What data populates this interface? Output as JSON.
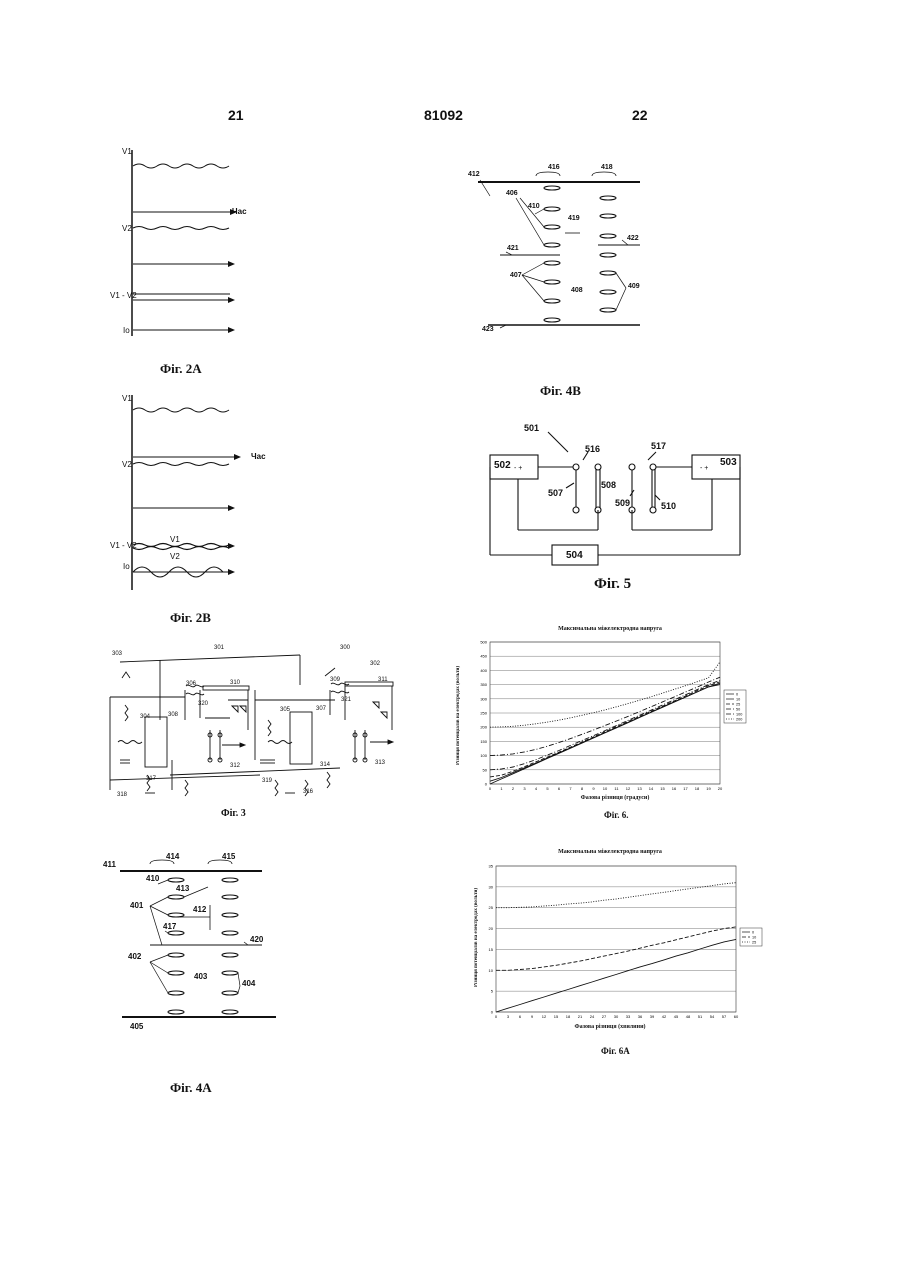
{
  "header": {
    "left": "21",
    "center": "81092",
    "right": "22"
  },
  "fig2a": {
    "caption": "Фіг. 2А",
    "labels": {
      "v1": "V1",
      "time": "Час",
      "v2": "V2",
      "diff": "V1 - V2",
      "io": "Io"
    }
  },
  "fig2b": {
    "caption": "Фіг. 2В",
    "labels": {
      "v1": "V1",
      "time": "Час",
      "v2": "V2",
      "diff": "V1 - V2",
      "io": "Io",
      "sub_v1": "V1",
      "sub_v2": "V2"
    }
  },
  "fig3": {
    "caption": "Фіг. 3",
    "labels": [
      "303",
      "301",
      "300",
      "302",
      "306",
      "310",
      "304",
      "320",
      "308",
      "305",
      "309",
      "321",
      "311",
      "307",
      "312",
      "313",
      "317",
      "318",
      "319",
      "316",
      "314"
    ]
  },
  "fig4a": {
    "caption": "Фіг. 4А",
    "labels": [
      "411",
      "414",
      "415",
      "410",
      "413",
      "401",
      "412",
      "417",
      "420",
      "402",
      "403",
      "404",
      "405"
    ]
  },
  "fig4b": {
    "caption": "Фіг. 4В",
    "labels": [
      "416",
      "418",
      "412",
      "406",
      "410",
      "419",
      "422",
      "421",
      "407",
      "408",
      "409",
      "423"
    ]
  },
  "fig5": {
    "caption": "Фіг. 5",
    "labels": [
      "501",
      "516",
      "517",
      "502",
      "503",
      "508",
      "507",
      "509",
      "510",
      "504"
    ],
    "polarity": {
      "b502": "- +",
      "b503": "- +"
    }
  },
  "fig6": {
    "caption": "Фіг. 6.",
    "chart_data": {
      "type": "line",
      "title": "Максимальна міжелектродна напруга",
      "xlabel": "Фазова різниця (градуси)",
      "ylabel": "Різниця потенціалів на електродах (вольти)",
      "x": [
        0,
        1,
        2,
        3,
        4,
        5,
        6,
        7,
        8,
        9,
        10,
        11,
        12,
        13,
        14,
        15,
        16,
        17,
        18,
        19,
        20
      ],
      "ylim": [
        0,
        500
      ],
      "yticks": [
        0,
        50,
        100,
        150,
        200,
        250,
        300,
        350,
        400,
        450,
        500
      ],
      "legend_position": "right",
      "series": [
        {
          "name": "0",
          "style": "solid"
        },
        {
          "name": "10",
          "style": "solid"
        },
        {
          "name": "25",
          "style": "dashed"
        },
        {
          "name": "50",
          "style": "dashdot"
        },
        {
          "name": "100",
          "style": "dashdot"
        },
        {
          "name": "200",
          "style": "dotted"
        }
      ],
      "series_values": [
        [
          0,
          18,
          36,
          54,
          72,
          90,
          108,
          126,
          144,
          162,
          180,
          198,
          216,
          234,
          252,
          270,
          288,
          306,
          324,
          342,
          350
        ],
        [
          10,
          23,
          40,
          57,
          74,
          92,
          110,
          127,
          145,
          163,
          181,
          199,
          217,
          235,
          253,
          271,
          289,
          306,
          324,
          342,
          355
        ],
        [
          25,
          31,
          45,
          61,
          78,
          95,
          112,
          130,
          148,
          166,
          184,
          202,
          220,
          238,
          256,
          274,
          292,
          310,
          328,
          346,
          360
        ],
        [
          50,
          53,
          60,
          72,
          86,
          102,
          118,
          136,
          153,
          170,
          188,
          206,
          224,
          242,
          260,
          278,
          296,
          314,
          332,
          350,
          365
        ],
        [
          100,
          102,
          106,
          113,
          122,
          133,
          146,
          160,
          175,
          190,
          206,
          222,
          238,
          255,
          272,
          289,
          306,
          324,
          341,
          359,
          376
        ],
        [
          200,
          201,
          203,
          207,
          212,
          218,
          225,
          233,
          242,
          251,
          261,
          272,
          283,
          295,
          307,
          320,
          333,
          346,
          360,
          374,
          430
        ]
      ]
    }
  },
  "fig6a": {
    "caption": "Фіг. 6А",
    "chart_data": {
      "type": "line",
      "title": "Максимальна міжелектродна напруга",
      "xlabel": "Фазова різниця (хвилини)",
      "ylabel": "Різниця потенціалів на електродах (вольти)",
      "x": [
        0,
        3,
        6,
        9,
        12,
        15,
        18,
        21,
        24,
        27,
        30,
        33,
        36,
        39,
        42,
        45,
        48,
        51,
        54,
        57,
        60
      ],
      "ylim": [
        0,
        35
      ],
      "yticks": [
        0,
        5,
        10,
        15,
        20,
        25,
        30,
        35
      ],
      "legend_position": "right",
      "series": [
        {
          "name": "0",
          "style": "solid"
        },
        {
          "name": "10",
          "style": "dashed"
        },
        {
          "name": "25",
          "style": "dotted"
        }
      ],
      "series_values": [
        [
          0,
          0.9,
          1.8,
          2.7,
          3.6,
          4.5,
          5.4,
          6.3,
          7.2,
          8.1,
          9.0,
          9.9,
          10.8,
          11.6,
          12.5,
          13.4,
          14.2,
          15.1,
          16.0,
          16.8,
          17.4
        ],
        [
          10,
          10.0,
          10.2,
          10.4,
          10.8,
          11.2,
          11.7,
          12.2,
          12.8,
          13.4,
          14.0,
          14.6,
          15.3,
          16.0,
          16.6,
          17.3,
          18.0,
          18.7,
          19.4,
          20.0,
          20.4
        ],
        [
          25,
          25.0,
          25.1,
          25.2,
          25.4,
          25.6,
          25.9,
          26.1,
          26.4,
          26.8,
          27.1,
          27.5,
          27.9,
          28.3,
          28.7,
          29.1,
          29.5,
          29.9,
          30.3,
          30.7,
          31.0
        ]
      ]
    }
  }
}
